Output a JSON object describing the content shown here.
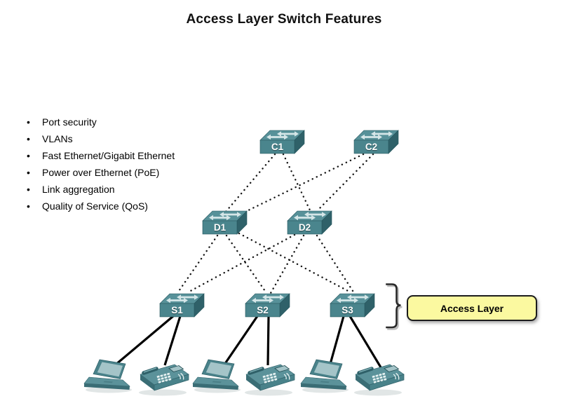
{
  "title": "Access Layer Switch Features",
  "features": {
    "items": [
      "Port security",
      "VLANs",
      "Fast Ethernet/Gigabit Ethernet",
      "Power over Ethernet (PoE)",
      "Link aggregation",
      "Quality of Service (QoS)"
    ]
  },
  "topology": {
    "labels": {
      "C1": "C1",
      "C2": "C2",
      "D1": "D1",
      "D2": "D2",
      "S1": "S1",
      "S2": "S2",
      "S3": "S3"
    },
    "tiers": {
      "core": [
        "C1",
        "C2"
      ],
      "distribution": [
        "D1",
        "D2"
      ],
      "access": [
        "S1",
        "S2",
        "S3"
      ]
    },
    "end_devices": [
      {
        "type": "laptop"
      },
      {
        "type": "ip-phone"
      },
      {
        "type": "laptop"
      },
      {
        "type": "ip-phone"
      },
      {
        "type": "laptop"
      },
      {
        "type": "ip-phone"
      }
    ],
    "links": {
      "dotted": [
        "C1-D1",
        "C1-D2",
        "C2-D1",
        "C2-D2",
        "D1-S1",
        "D1-S2",
        "D1-S3",
        "D2-S1",
        "D2-S2",
        "D2-S3"
      ],
      "solid": [
        "S1-laptop1",
        "S1-phone1",
        "S2-laptop2",
        "S2-phone2",
        "S3-laptop3",
        "S3-phone3"
      ]
    }
  },
  "annotation": {
    "access_layer_label": "Access Layer"
  },
  "colors": {
    "background": "#ffffff",
    "switch_top": "#579199",
    "switch_front": "#4a858d",
    "switch_side": "#2f6169",
    "switch_arrow": "#d5e6e8",
    "switch_label": "#ffffff",
    "device_body": "#5b929a",
    "device_dark": "#3a6d75",
    "device_mid": "#49828a",
    "device_screen": "#a4c4c8",
    "device_key": "#e6f1f1",
    "dotted_link": "#151515",
    "solid_link": "#000000",
    "annotation_fill": "#fbf9a0",
    "annotation_border": "#1c1c1c",
    "bracket": "#2a2a2a"
  }
}
